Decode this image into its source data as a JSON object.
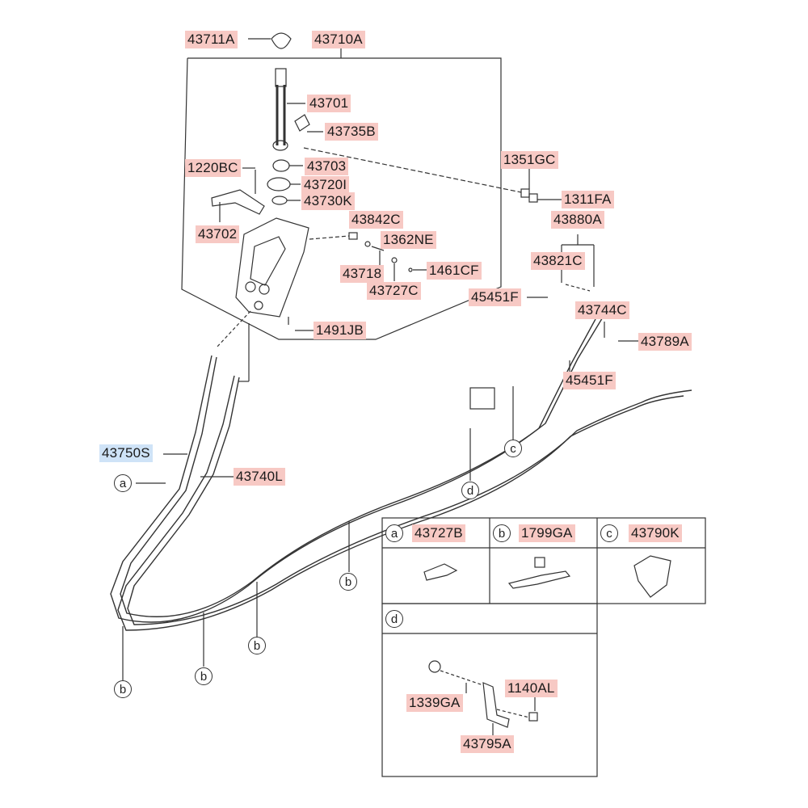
{
  "part_labels": {
    "p43711A": "43711A",
    "p43710A": "43710A",
    "p43701": "43701",
    "p43735B": "43735B",
    "p1351GC": "1351GC",
    "p1220BC": "1220BC",
    "p43703": "43703",
    "p43720I": "43720I",
    "p43730K": "43730K",
    "p1311FA": "1311FA",
    "p43702": "43702",
    "p43842C": "43842C",
    "p43880A": "43880A",
    "p1362NE": "1362NE",
    "p43821C": "43821C",
    "p43718": "43718",
    "p1461CF": "1461CF",
    "p43727C": "43727C",
    "p45451F_a": "45451F",
    "p43744C": "43744C",
    "p43789A": "43789A",
    "p1491JB": "1491JB",
    "p45451F_b": "45451F",
    "p43750S": "43750S",
    "p43740L": "43740L",
    "p43727B": "43727B",
    "p1799GA": "1799GA",
    "p43790K": "43790K",
    "p1140AL": "1140AL",
    "p1339GA": "1339GA",
    "p43795A": "43795A"
  },
  "callouts": {
    "a": "a",
    "b": "b",
    "c": "c",
    "d": "d"
  },
  "colors": {
    "label_highlight": "#f7c9c4",
    "selected_highlight": "#cfe3f7",
    "line": "#333333"
  }
}
